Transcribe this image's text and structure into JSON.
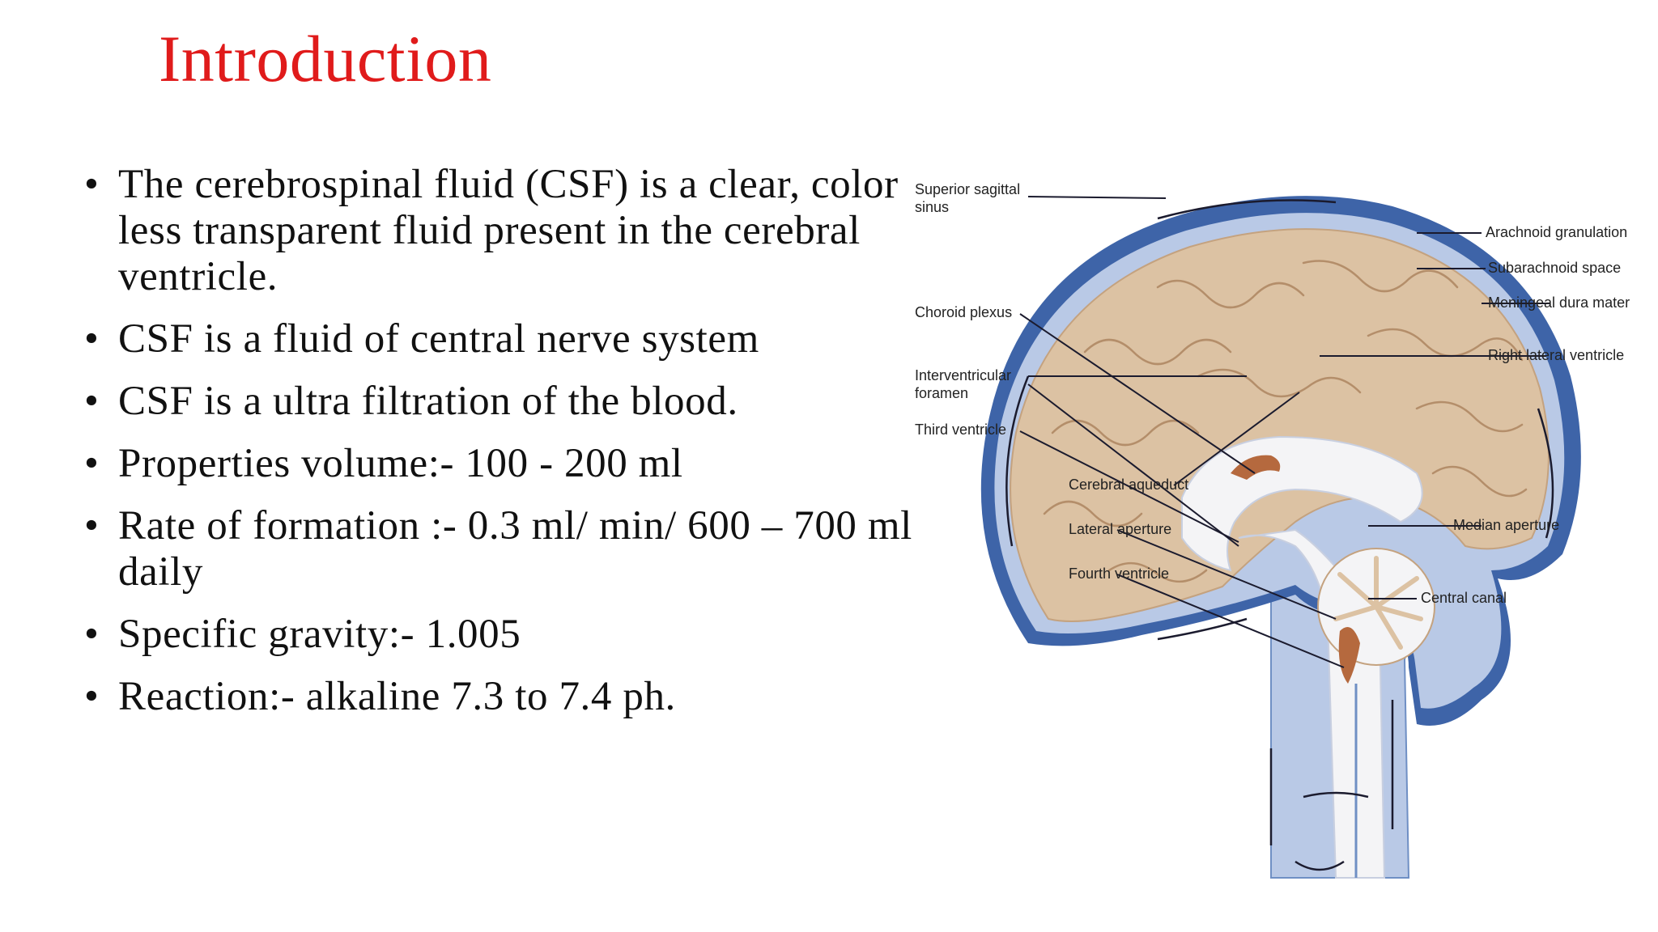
{
  "slide": {
    "title": "Introduction",
    "bullets": [
      "The cerebrospinal fluid (CSF) is a clear, color less transparent fluid present in the cerebral ventricle.",
      "CSF is a fluid of central nerve system",
      "CSF is a ultra filtration of the blood.",
      "Properties volume:- 100 - 200 ml",
      "Rate of formation :- 0.3 ml/ min/ 600 – 700 ml daily",
      "Specific gravity:- 1.005",
      "Reaction:- alkaline 7.3 to 7.4 ph."
    ]
  },
  "diagram": {
    "labels": {
      "superior_sagittal_sinus_1": "Superior sagittal",
      "superior_sagittal_sinus_2": "sinus",
      "choroid_plexus": "Choroid plexus",
      "interventricular_foramen_1": "Interventricular",
      "interventricular_foramen_2": "foramen",
      "third_ventricle": "Third ventricle",
      "cerebral_aqueduct": "Cerebral aqueduct",
      "lateral_aperture": "Lateral aperture",
      "fourth_ventricle": "Fourth ventricle",
      "arachnoid_granulation": "Arachnoid granulation",
      "subarachnoid_space": "Subarachnoid space",
      "meningeal_dura_mater": "Meningeal dura mater",
      "right_lateral_ventricle": "Right lateral ventricle",
      "median_aperture": "Median aperture",
      "central_canal": "Central canal"
    },
    "colors": {
      "dura": "#3e64a8",
      "csf": "#b9c9e6",
      "brain": "#dcc2a3",
      "ventricle": "#f4f4f6",
      "choroid": "#b5693e"
    }
  }
}
